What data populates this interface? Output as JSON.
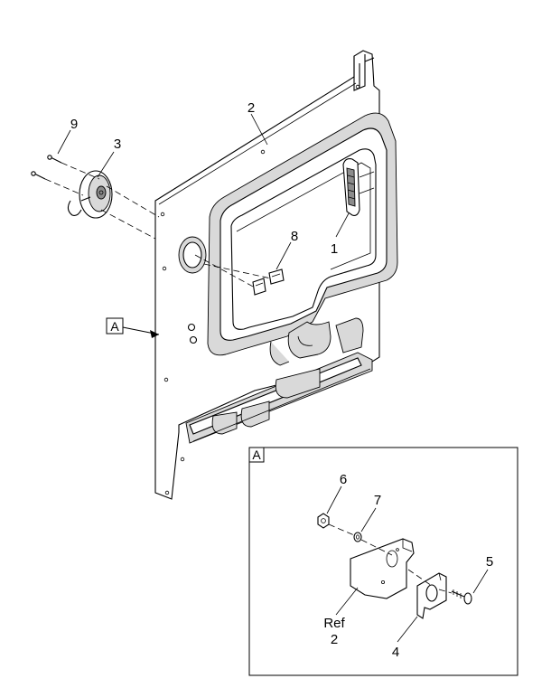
{
  "callouts": {
    "c1": "1",
    "c2": "2",
    "c3": "3",
    "c4": "4",
    "c5": "5",
    "c6": "6",
    "c7": "7",
    "c8": "8",
    "c9": "9",
    "ref_label": "Ref",
    "ref_number": "2"
  },
  "detail_view": {
    "marker_label": "A",
    "box_label": "A"
  }
}
